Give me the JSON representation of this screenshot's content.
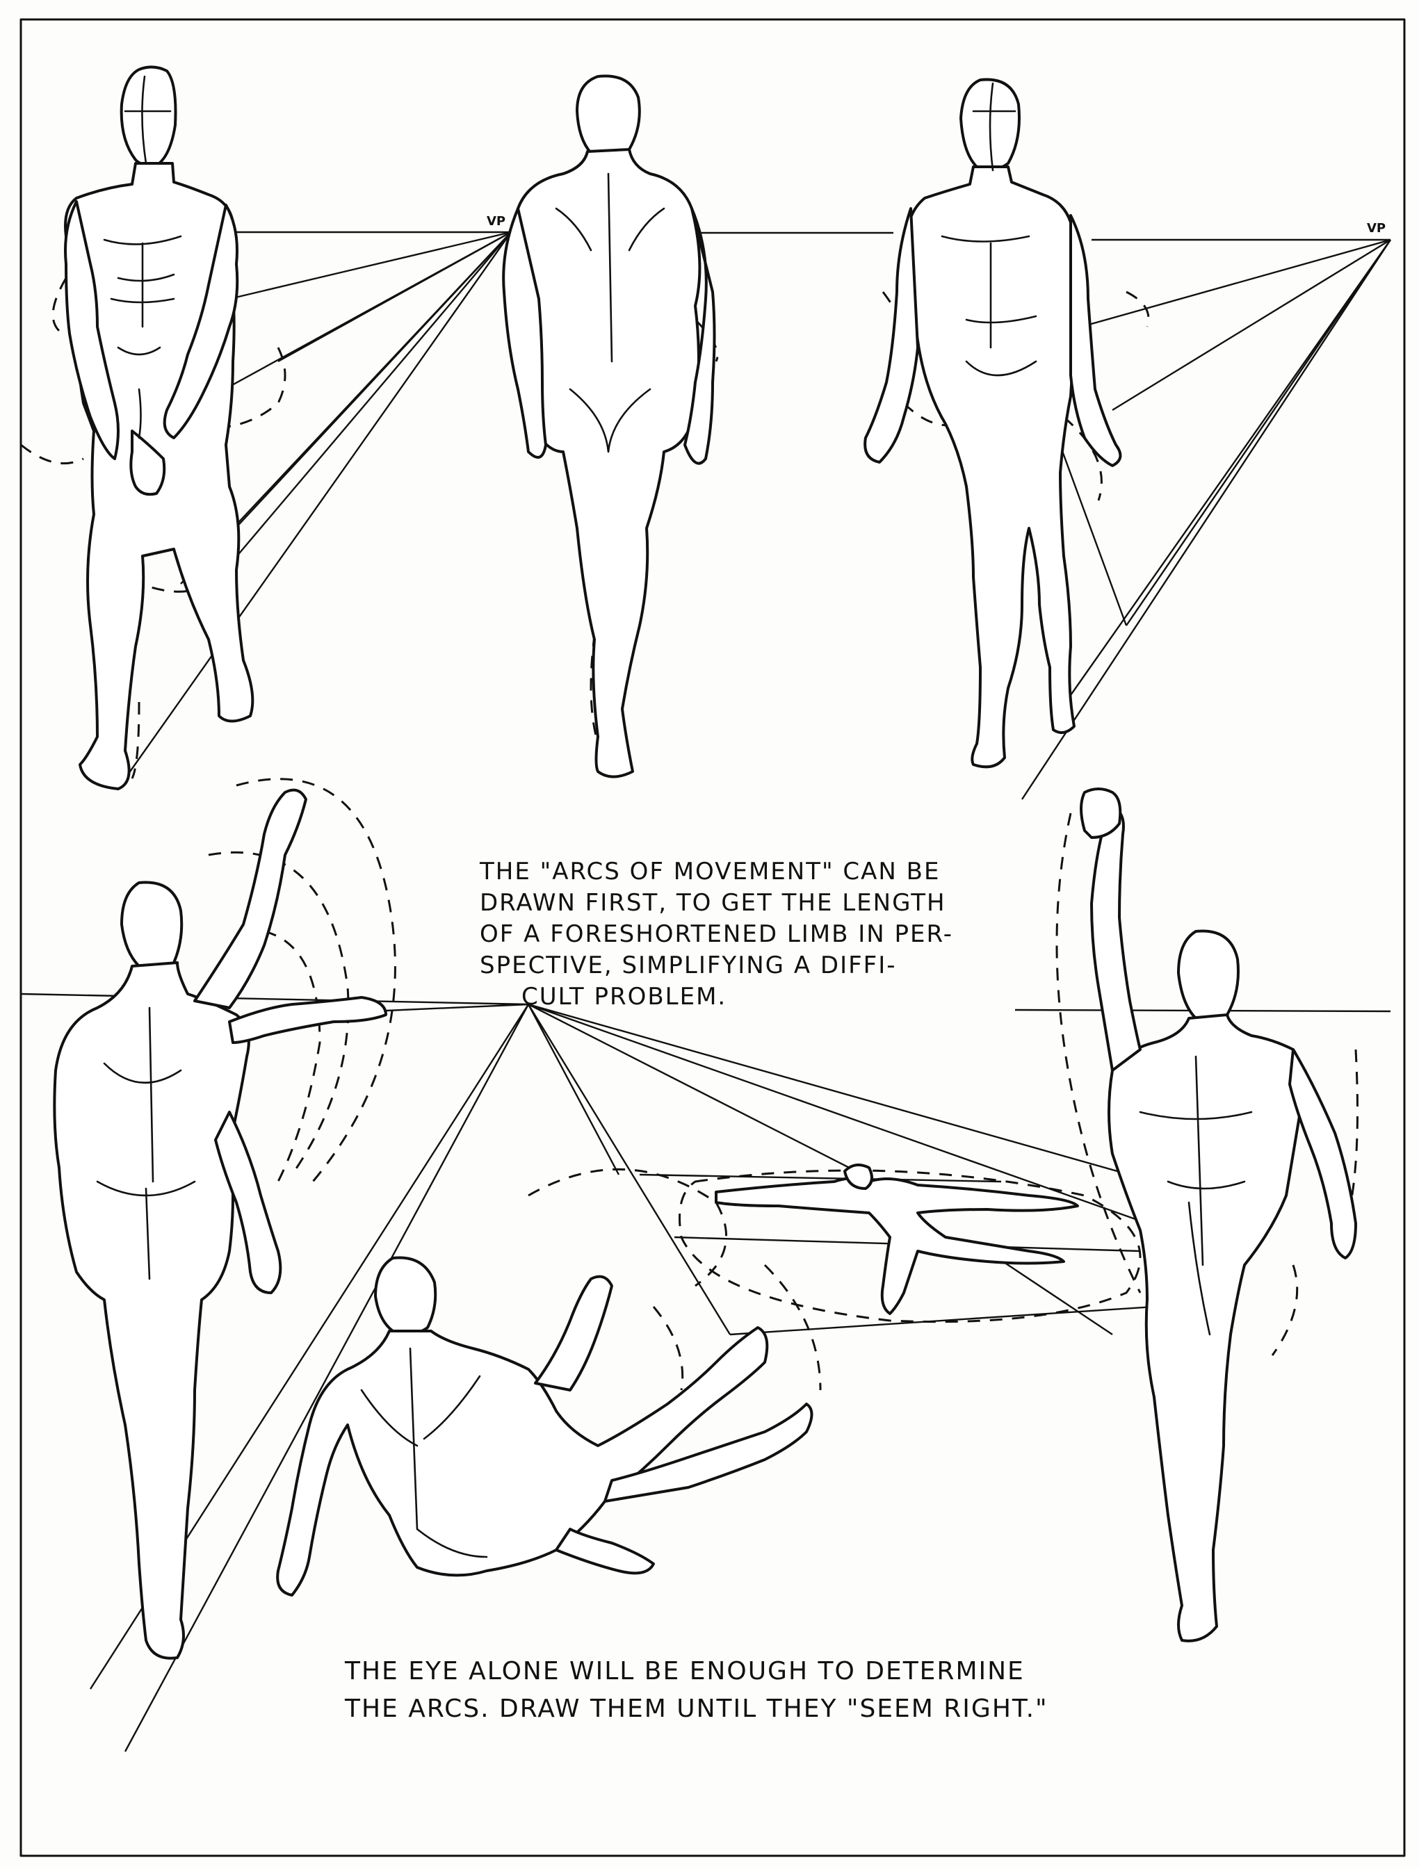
{
  "vp_labels": {
    "left": "VP",
    "right": "VP"
  },
  "caption_top": {
    "lines": [
      "THE \"ARCS OF MOVEMENT\" CAN BE",
      "DRAWN FIRST, TO GET THE LENGTH",
      "OF A FORESHORTENED LIMB IN PER-",
      "SPECTIVE, SIMPLIFYING A DIFFI-",
      "CULT PROBLEM."
    ]
  },
  "caption_bottom": {
    "lines": [
      "THE EYE ALONE WILL BE ENOUGH TO DETERMINE",
      "THE ARCS. DRAW THEM UNTIL THEY \"SEEM RIGHT.\""
    ]
  }
}
